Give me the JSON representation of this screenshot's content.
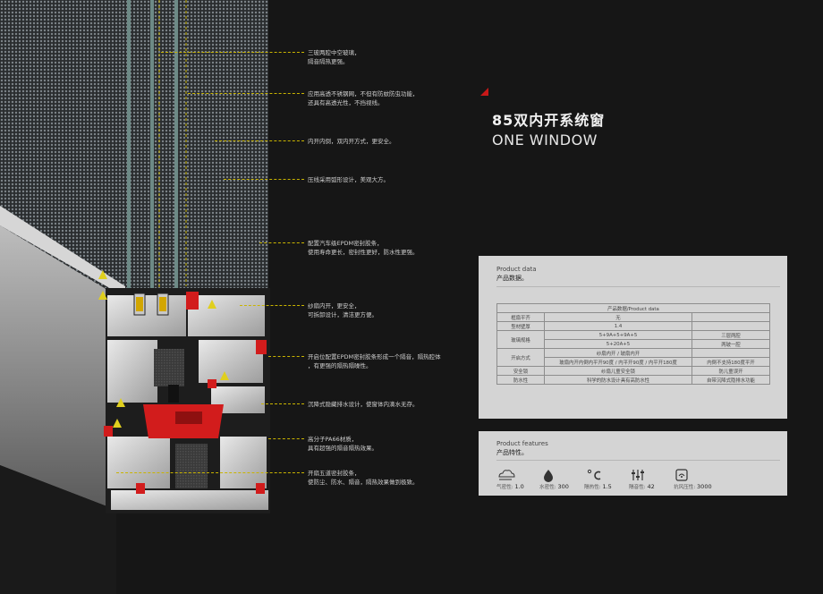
{
  "title": {
    "cn": "85双内开系统窗",
    "en": "ONE WINDOW"
  },
  "annotations": [
    {
      "lines": [
        "三玻两腔中空玻璃，",
        "隔音隔热更强。"
      ]
    },
    {
      "lines": [
        "应用高透不锈钢网，不但有防蚊防虫功能，",
        "还具有高透光性，不挡视线。"
      ]
    },
    {
      "lines": [
        "内开内倒，双内开方式，更安全。"
      ]
    },
    {
      "lines": [
        "压线采用弧形设计，美观大方。"
      ]
    },
    {
      "lines": [
        "配置汽车级EPDM密封胶条，",
        "使用寿命更长，密封性更好，防水性更强。"
      ]
    },
    {
      "lines": [
        "纱扇内开，更安全，",
        "可拆卸设计，清洁更方便。"
      ]
    },
    {
      "lines": [
        "开启位配置EPDM密封胶条形成一个隔音，隔热腔体",
        "，有更强的隔热隔噪性。"
      ]
    },
    {
      "lines": [
        "沉降式隐藏排水设计，使窗体内滴水无存。"
      ]
    },
    {
      "lines": [
        "高分子PA66材质，",
        "具有超强的隔音隔热效果。"
      ]
    },
    {
      "lines": [
        "开扇五道密封胶条，",
        "使防尘、防水、隔音，隔热效果做到极致。"
      ]
    }
  ],
  "product_data": {
    "heading_en": "Product data",
    "heading_cn": "产品数据。",
    "table_caption": "产品数据/Product data",
    "rows": {
      "r1": {
        "label": "框扇平齐",
        "value": "无"
      },
      "r2": {
        "label": "型材壁厚",
        "value": "1.4"
      },
      "r3": {
        "label": "玻璃规格",
        "v1": "5+9A+5+9A+5",
        "n1": "三层两腔",
        "v2": "5+20A+5",
        "n2": "两玻一腔"
      },
      "r4": {
        "label": "开启方式",
        "v1": "纱扇内开 / 玻扇内开",
        "v2": "玻扇内开内倒内平开90度 / 内平开90度 / 内平开180度",
        "n2": "内倒不支持180度平开"
      },
      "r5": {
        "label": "安全锁",
        "value": "纱扇儿童安全锁",
        "note": "防儿童误开"
      },
      "r6": {
        "label": "防水性",
        "value": "科学的防水设计具有高防水性",
        "note": "自带沉降式隐排水功能"
      }
    }
  },
  "product_features": {
    "heading_en": "Product features",
    "heading_cn": "产品特性。",
    "items": [
      {
        "icon": "cloud-wind-icon",
        "label": "气密性:",
        "value": "1.0"
      },
      {
        "icon": "water-drop-icon",
        "label": "水密性:",
        "value": "300"
      },
      {
        "icon": "temperature-icon",
        "label": "隔热性:",
        "value": "1.5"
      },
      {
        "icon": "sound-equalizer-icon",
        "label": "隔音性:",
        "value": "42"
      },
      {
        "icon": "wind-pressure-icon",
        "label": "抗风压性:",
        "value": "3000"
      }
    ]
  },
  "colors": {
    "accent": "#c81818",
    "panel": "#d4d4d4",
    "background": "#161616",
    "leader": "#c9b400"
  }
}
